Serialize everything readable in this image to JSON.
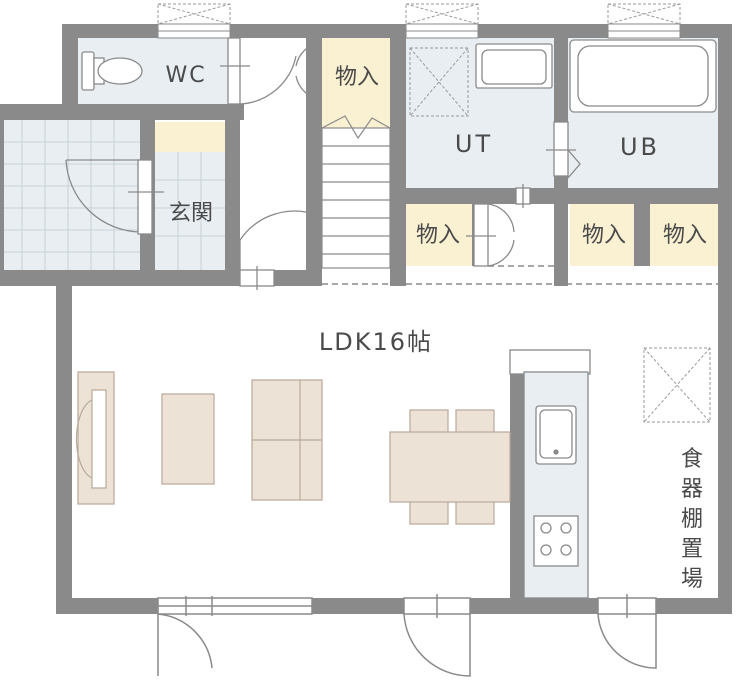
{
  "plan": {
    "rooms": {
      "wc": "WC",
      "storage_stairs": "物入",
      "entrance": "玄関",
      "ut": "UT",
      "ub": "UB",
      "storage_ut": "物入",
      "storage_right_1": "物入",
      "storage_right_2": "物入",
      "ldk": "LDK16帖",
      "pantry_chars": [
        "食",
        "器",
        "棚",
        "置",
        "場"
      ]
    },
    "colors": {
      "wall": "#8a8a8a",
      "floor_light": "#e8eef2",
      "storage": "#faf0d2",
      "furniture": "#ece2d5",
      "furniture_line": "#b9a89a",
      "tile_line": "#c8d2d8",
      "fixture_line": "#8a8a8a"
    }
  }
}
